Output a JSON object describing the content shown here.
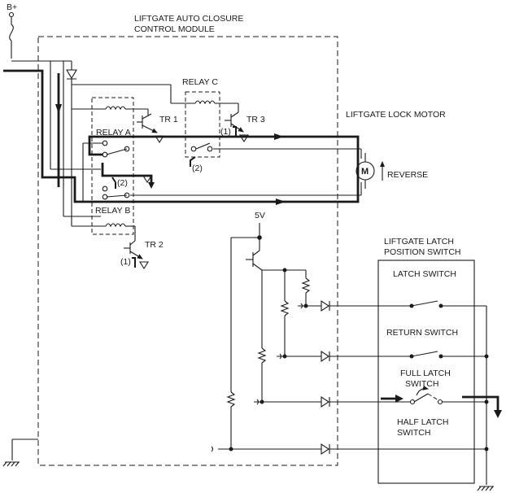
{
  "labels": {
    "power": "B+",
    "module": "LIFTGATE AUTO CLOSURE\nCONTROL MODULE",
    "relay_c": "RELAY C",
    "tr1": "TR 1",
    "tr3": "TR 3",
    "relay_a": "RELAY A",
    "relay_b": "RELAY B",
    "tr2": "TR 2",
    "motor_label": "LIFTGATE LOCK MOTOR",
    "motor_symbol": "M",
    "reverse": "REVERSE",
    "v5": "5V",
    "latch_position_switch": "LIFTGATE LATCH\nPOSITION SWITCH",
    "latch_switch": "LATCH SWITCH",
    "return_switch": "RETURN SWITCH",
    "full_latch_switch": "FULL LATCH\nSWITCH",
    "half_latch_switch": "HALF LATCH\nSWITCH",
    "step_1_a": "(1)",
    "step_1_b": "(1)",
    "step_2_a": "(2)",
    "step_2_b": "(2)"
  }
}
